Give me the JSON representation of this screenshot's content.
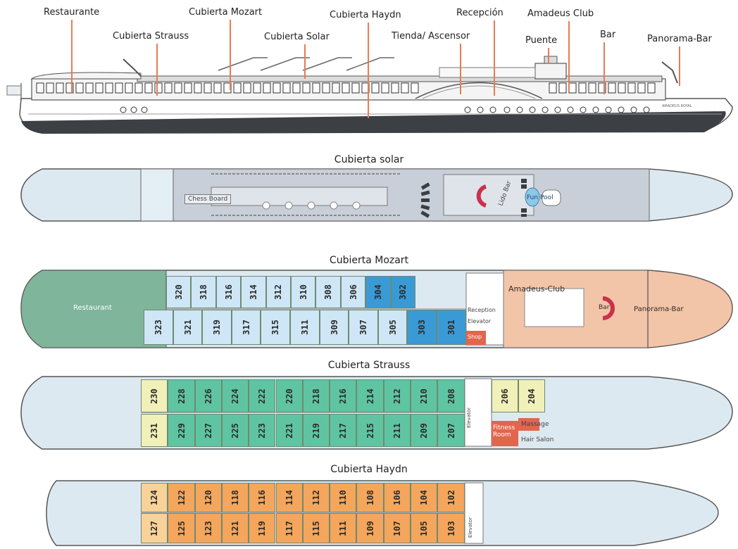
{
  "callouts": {
    "restaurante": "Restaurante",
    "strauss": "Cubierta Strauss",
    "mozart": "Cubierta Mozart",
    "solar": "Cubierta Solar",
    "haydn": "Cubierta Haydn",
    "tienda": "Tienda/ Ascensor",
    "recepcion": "Recepción",
    "amadeus": "Amadeus Club",
    "puente": "Puente",
    "bar": "Bar",
    "panorama": "Panorama-Bar"
  },
  "ship_name": "AMADEUS ROYAL",
  "decks": {
    "solar": {
      "title": "Cubierta solar",
      "chess_board": "Chess Board",
      "lido_bar": "Lido Bar",
      "fun_pool": "Fun Pool"
    },
    "mozart": {
      "title": "Cubierta Mozart",
      "restaurant": "Restaurant",
      "amadeus_club": "Amadeus-Club",
      "panorama_bar": "Panorama-Bar",
      "bar": "Bar",
      "reception": "Reception",
      "elevator": "Elevator",
      "shop": "Shop",
      "top": [
        "320",
        "318",
        "316",
        "314",
        "312",
        "310",
        "308",
        "306",
        "304",
        "302"
      ],
      "bottom": [
        "323",
        "321",
        "319",
        "317",
        "315",
        "311",
        "309",
        "307",
        "305",
        "303",
        "301"
      ]
    },
    "strauss": {
      "title": "Cubierta Strauss",
      "top": [
        "230",
        "228",
        "226",
        "224",
        "222",
        "220",
        "218",
        "216",
        "214",
        "212",
        "210",
        "208"
      ],
      "bottom": [
        "231",
        "229",
        "227",
        "225",
        "223",
        "221",
        "219",
        "217",
        "215",
        "211",
        "209",
        "207"
      ],
      "fwd": [
        "206",
        "204"
      ],
      "fitness": "Fitness Room",
      "massage": "Massage",
      "hair_salon": "Hair Salon",
      "elevator": "Elevator"
    },
    "haydn": {
      "title": "Cubierta Haydn",
      "top": [
        "124",
        "122",
        "120",
        "118",
        "116",
        "114",
        "112",
        "110",
        "108",
        "106",
        "104",
        "102"
      ],
      "bottom": [
        "127",
        "125",
        "123",
        "121",
        "119",
        "117",
        "115",
        "111",
        "109",
        "107",
        "105",
        "103"
      ],
      "elevator": "Elevator"
    }
  },
  "colors": {
    "leader": "#e87a55",
    "hull_fill": "#dde9f1",
    "deck_grey": "#c9cfd8",
    "mozart_cabin": "#cfe6f6",
    "mozart_suite": "#3a9ad6",
    "strauss_cabin": "#5fc4a2",
    "strauss_end": "#f1f0b8",
    "haydn_cabin": "#f3a65c",
    "haydn_end": "#f8d298",
    "club_fill": "#f2c4a8",
    "restaurant_fill": "#7fb59a",
    "shop_fill": "#e2654d"
  }
}
